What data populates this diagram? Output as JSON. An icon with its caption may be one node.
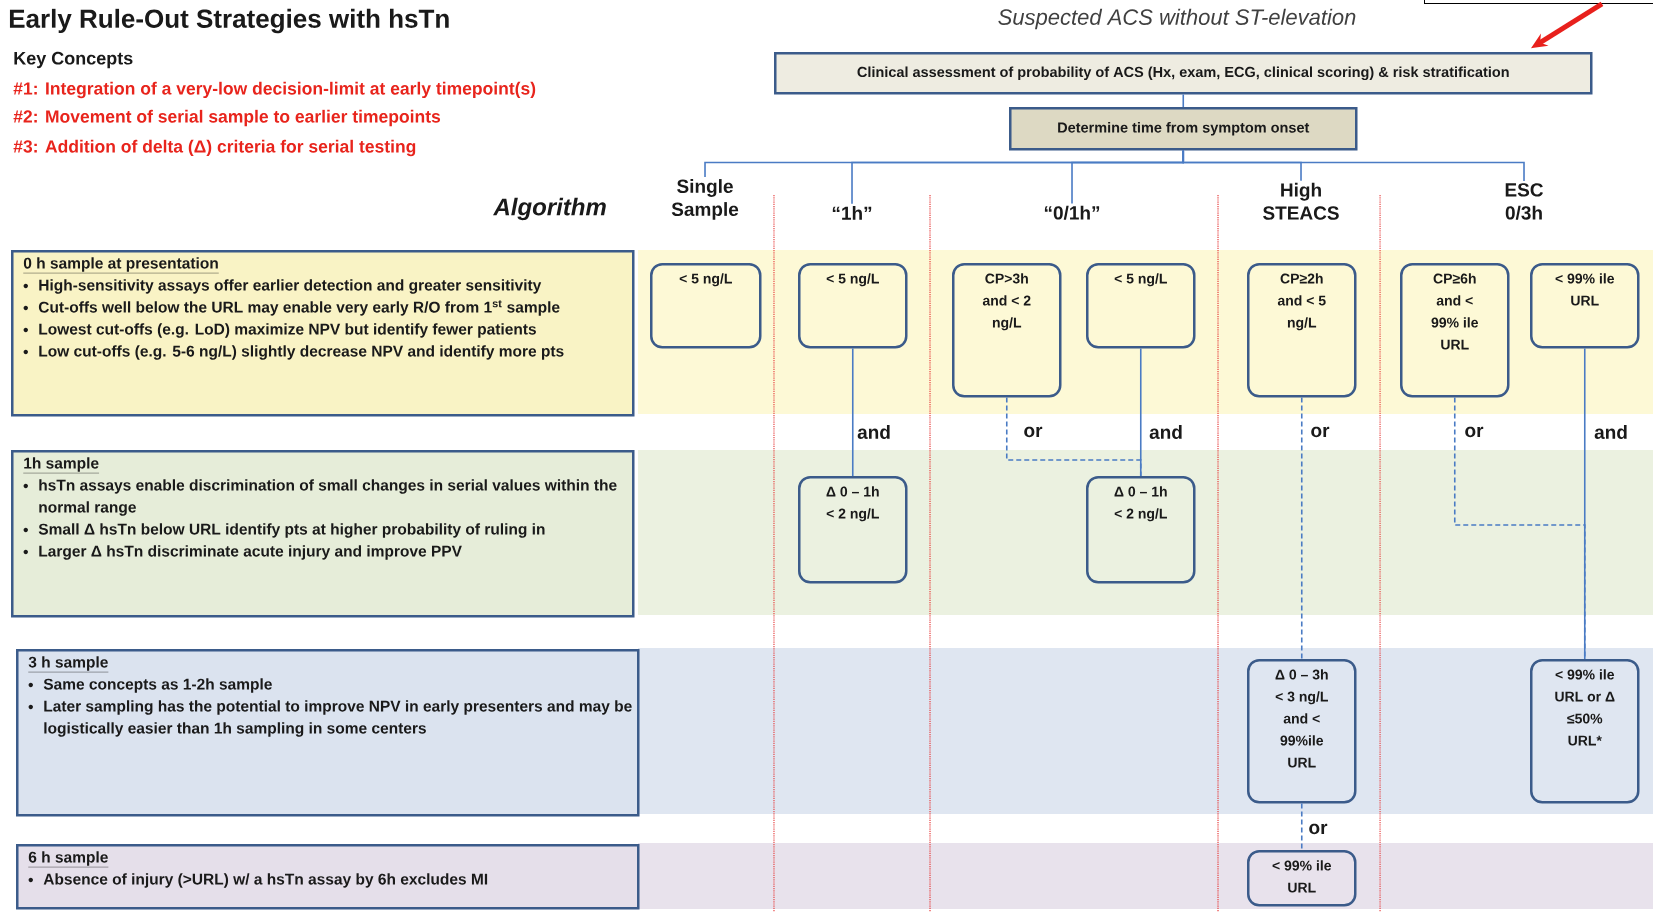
{
  "diagram": {
    "title": "Early Rule-Out Strategies with hsTn",
    "nodes": [
      {
        "text": [
          "Clinical assessment of probability of ACS (Hx, exam, ECG, clinical scoring) & risk stratification"
        ]
      },
      {
        "text": [
          "Determine time from symptom onset"
        ]
      },
      {
        "text": [],
        "shape": "box"
      },
      {
        "text": [
          "Single Sample"
        ]
      },
      {
        "text": [
          "“1h”"
        ]
      },
      {
        "text": [
          "“0/1h”"
        ]
      },
      {
        "text": [
          "High STEACS"
        ]
      },
      {
        "text": [
          "ESC 0/3h"
        ]
      },
      {
        "text": [
          "0 h sample at presentation",
          "High-sensitivity assays offer earlier detection and greater sensitivity",
          "Cut-offs well below the URL may enable very early R/O from 1$^{st}$ sample",
          "Lowest cut-offs (e.g. LoD) maximize NPV but identify fewer patients",
          "Low cut-offs (e.g. 5-6 ng/L) slightly decrease NPV and identify more pts"
        ]
      },
      {
        "text": [
          "< 5 ng/L"
        ]
      },
      {
        "text": [
          "< 5 ng/L"
        ]
      },
      {
        "text": [
          "CP>3h and < 2 ng/L"
        ]
      },
      {
        "text": [
          "< 5 ng/L"
        ]
      },
      {
        "text": [
          "CP≥2h and < 5 ng/L"
        ]
      },
      {
        "text": [
          "CP≥6h and < 99% ile URL"
        ]
      },
      {
        "text": [
          "< 99% ile URL"
        ]
      },
      {
        "text": [
          "1h sample",
          "hsTn assays enable discrimination of small changes in serial values within the normal range",
          "Small Δ hsTn below URL identify pts at higher probability of ruling in",
          "Larger Δ hsTn discriminate acute injury and improve PPV"
        ]
      },
      {
        "text": [
          "Δ 0 – 1h < 2 ng/L"
        ]
      },
      {
        "text": [
          "Δ 0 – 1h < 2 ng/L"
        ]
      },
      {
        "text": [
          "3 h sample",
          "Same concepts as 1-2h sample",
          "Later sampling has the potential to improve NPV in early presenters and may be logistically easier than 1h sampling in some centers"
        ]
      },
      {
        "text": [
          "Δ 0 – 3h < 3 ng/L and < 99%ile URL"
        ]
      },
      {
        "text": [
          "< 99% ile URL or Δ ≤50% URL*"
        ]
      },
      {
        "text": [
          "6 h sample",
          "Absence of injury (>URL) w/ a hsTn assay by 6h excludes MI"
        ]
      },
      {
        "text": [
          "< 99% ile URL"
        ]
      }
    ],
    "edges": [
      {
        "from": 0,
        "to": 1,
        "arrow": "none"
      },
      {
        "from": 1,
        "to": 3,
        "arrow": "none"
      },
      {
        "from": 1,
        "to": 4,
        "arrow": "none"
      },
      {
        "from": 1,
        "to": 5,
        "arrow": "none"
      },
      {
        "from": 1,
        "to": 6,
        "arrow": "none"
      },
      {
        "from": 1,
        "to": 7,
        "arrow": "none"
      },
      {
        "from": 2,
        "to": 0,
        "arrow": "to",
        "style": "thick",
        "color": "#e8201c"
      },
      {
        "from": 10,
        "to": 17,
        "arrow": "none",
        "label": "and"
      },
      {
        "from": 11,
        "to": 18,
        "arrow": "none",
        "label": "or",
        "style": "dashed"
      },
      {
        "from": 12,
        "to": 18,
        "arrow": "none",
        "label": "and"
      },
      {
        "from": 13,
        "to": 20,
        "arrow": "none",
        "label": "or",
        "style": "dashed"
      },
      {
        "from": 14,
        "to": 21,
        "arrow": "none",
        "label": "or",
        "style": "dashed"
      },
      {
        "from": 15,
        "to": 21,
        "arrow": "none",
        "label": "and"
      },
      {
        "from": 20,
        "to": 23,
        "arrow": "none",
        "label": "or",
        "style": "dashed"
      }
    ],
    "labels": [
      "Suspected ACS without ST-elevation",
      "Key Concepts",
      "#1: Integration of a very-low decision-limit at early timepoint(s)",
      "#2: Movement of serial sample to earlier timepoints",
      "#3: Addition of delta (Δ) criteria for serial testing",
      "Algorithm"
    ]
  }
}
